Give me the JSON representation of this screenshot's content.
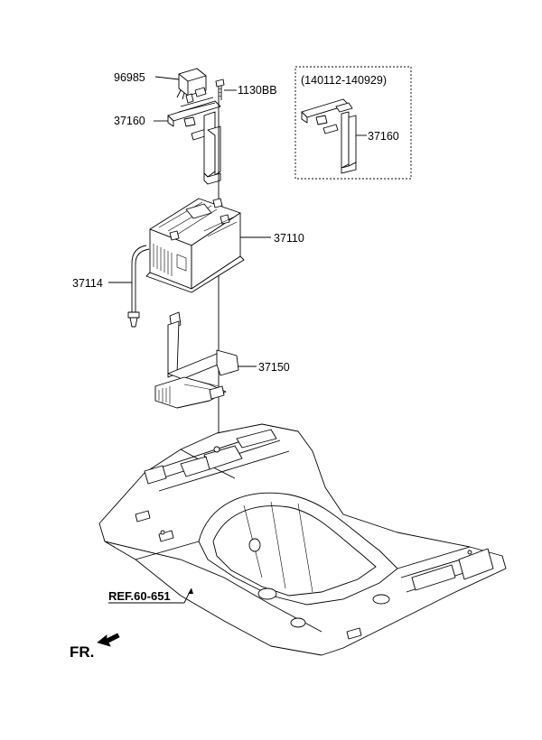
{
  "labels": {
    "p96985": "96985",
    "p1130BB": "1130BB",
    "p37160": "37160",
    "variant_range": "(140112-140929)",
    "p37160_variant": "37160",
    "p37110": "37110",
    "p37114": "37114",
    "p37150": "37150",
    "ref": "REF.60-651",
    "front": "FR."
  }
}
